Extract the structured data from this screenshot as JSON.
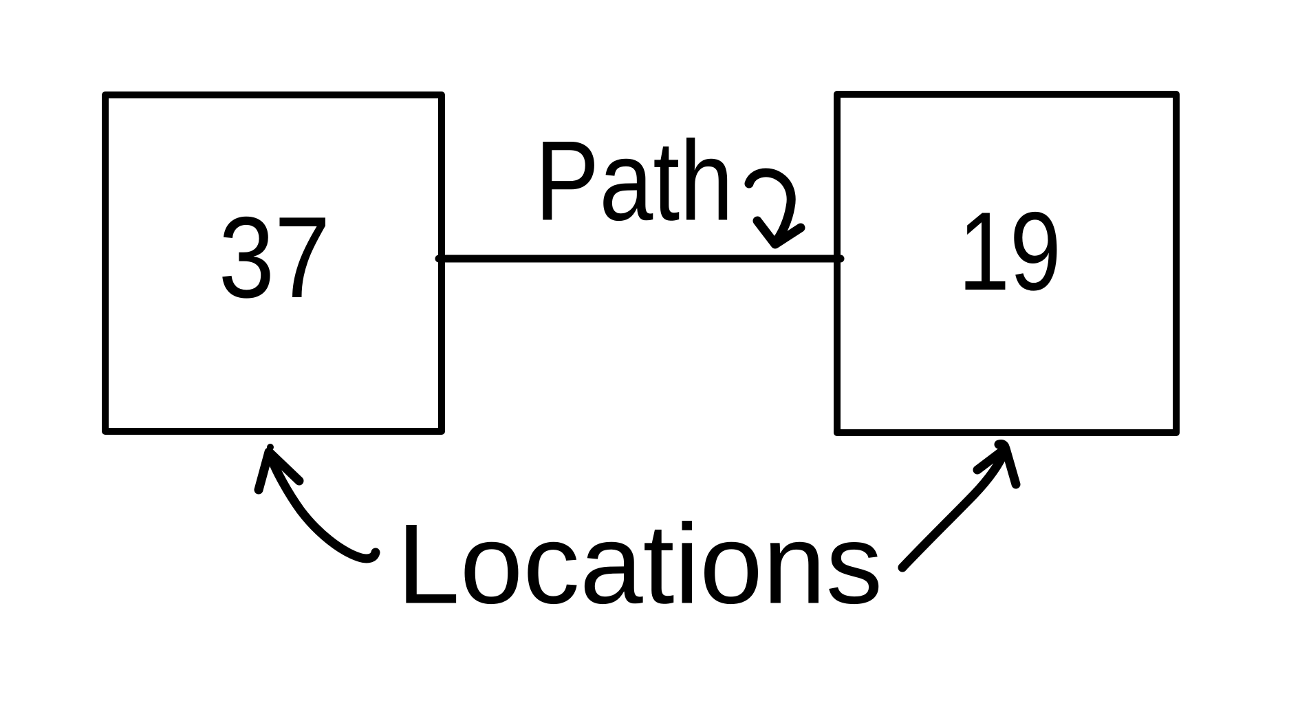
{
  "diagram": {
    "type": "hand-drawn-node-diagram",
    "locations_label": "Locations",
    "path_label": "Path",
    "left_location": {
      "value": "37"
    },
    "right_location": {
      "value": "19"
    },
    "edge": {
      "from": "37",
      "to": "19",
      "label": "Path"
    },
    "colors": {
      "ink": "#000000",
      "background": "#ffffff"
    }
  }
}
